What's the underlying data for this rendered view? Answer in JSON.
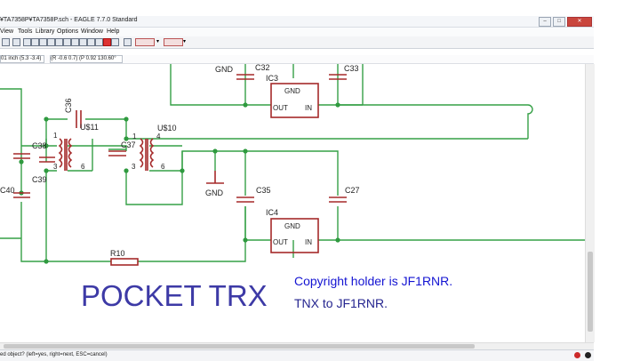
{
  "window": {
    "title": "¥TA7358P¥TA7358P.sch - EAGLE 7.7.0 Standard",
    "controls": {
      "minimize": "–",
      "maximize": "□",
      "close": "✕"
    }
  },
  "menu": {
    "items": [
      "View",
      "Tools",
      "Library",
      "Options",
      "Window",
      "Help"
    ]
  },
  "coord_bar": {
    "grid": "01 inch (5.3 -3.4)",
    "readout": "(R -0.6 0.7) (P 0.92 130.60°"
  },
  "schematic": {
    "parts": {
      "c32": "C32",
      "c33": "C33",
      "c35": "C35",
      "c27": "C27",
      "c36": "C36",
      "c37": "C37",
      "c38": "C38",
      "c39": "C39",
      "c40": "C40",
      "ic3": "IC3",
      "ic4": "IC4",
      "u10": "U$10",
      "u11": "U$11",
      "r10": "R10"
    },
    "ic_pins": {
      "gnd": "GND",
      "out": "OUT",
      "in": "IN"
    },
    "gnd_symbol": "GND",
    "pin_numbers": {
      "p1": "1",
      "p3": "3",
      "p4": "4",
      "p6": "6"
    },
    "title": "POCKET TRX",
    "copyright": "Copyright holder is JF1RNR.",
    "thanks": "TNX to JF1RNR."
  },
  "status": {
    "prompt": "ed object? (left=yes, right=next, ESC=cancel)"
  },
  "colors": {
    "wire": "#35a046",
    "part": "#a52a2a",
    "junction": "#2f9a3f",
    "title_text": "#3d3aa6",
    "copyright_text": "#1414d2",
    "thanks_text": "#24248f"
  }
}
